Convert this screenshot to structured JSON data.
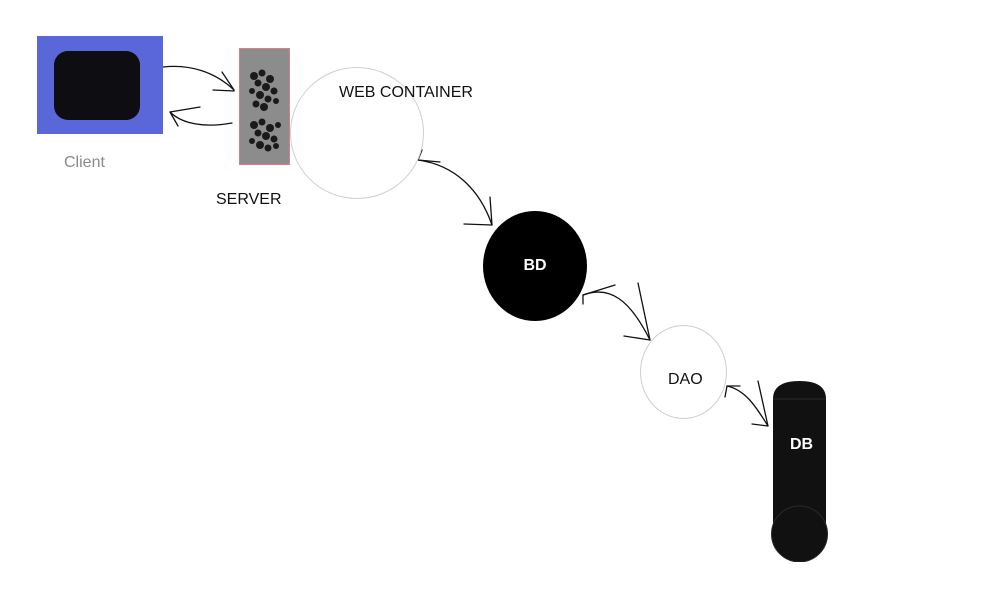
{
  "nodes": {
    "client": {
      "label": "Client"
    },
    "server": {
      "label": "SERVER"
    },
    "web_container": {
      "label": "WEB CONTAINER"
    },
    "bd": {
      "label": "BD"
    },
    "dao": {
      "label": "DAO"
    },
    "db": {
      "label": "DB"
    }
  },
  "colors": {
    "client_fill": "#5a67d8",
    "client_screen": "#0d0d12",
    "server_fill": "#8c8c8c",
    "dark_node": "#000000",
    "arrow": "#111111"
  },
  "icons": {
    "client": "monitor-icon",
    "server": "server-rack-icon",
    "db": "database-cylinder-icon"
  }
}
